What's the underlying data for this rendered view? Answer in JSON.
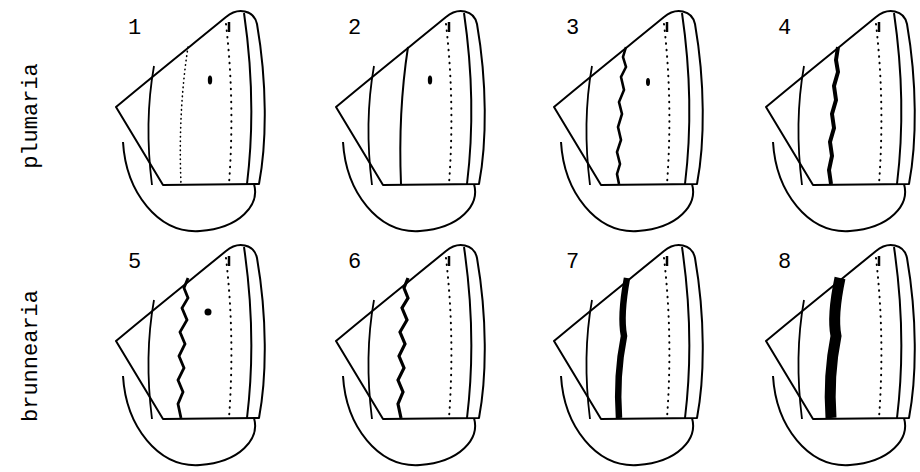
{
  "diagram": {
    "labels": [
      "plumaria",
      "1",
      "2",
      "3",
      "4",
      "brunnearia",
      "5",
      "6",
      "7",
      "8"
    ]
  }
}
